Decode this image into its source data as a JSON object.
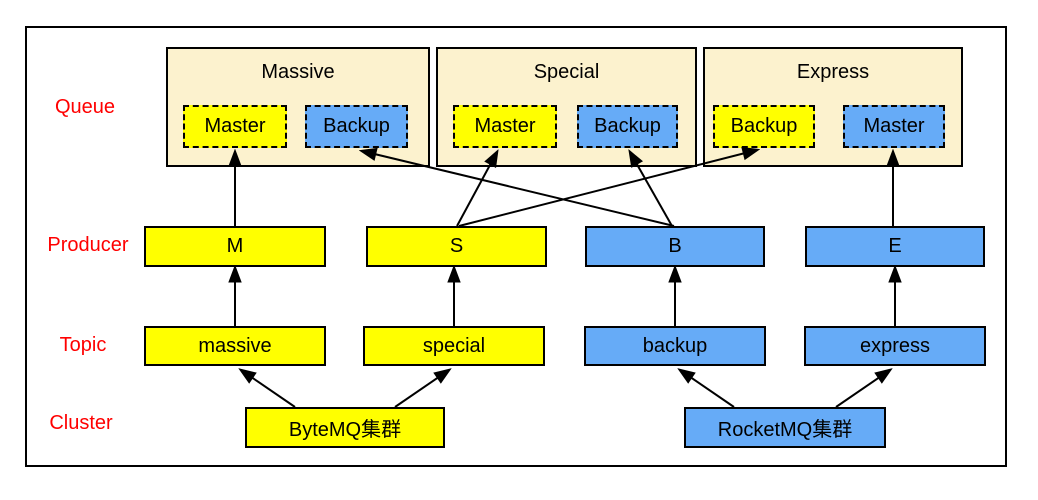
{
  "diagram": {
    "row_labels": [
      {
        "id": "queue",
        "label": "Queue"
      },
      {
        "id": "producer",
        "label": "Producer"
      },
      {
        "id": "topic",
        "label": "Topic"
      },
      {
        "id": "cluster",
        "label": "Cluster"
      }
    ],
    "queues": [
      {
        "title": "Massive",
        "nodes": [
          {
            "label": "Master",
            "color": "yellow"
          },
          {
            "label": "Backup",
            "color": "blue"
          }
        ]
      },
      {
        "title": "Special",
        "nodes": [
          {
            "label": "Master",
            "color": "yellow"
          },
          {
            "label": "Backup",
            "color": "blue"
          }
        ]
      },
      {
        "title": "Express",
        "nodes": [
          {
            "label": "Backup",
            "color": "yellow"
          },
          {
            "label": "Master",
            "color": "blue"
          }
        ]
      }
    ],
    "producers": [
      {
        "label": "M",
        "color": "yellow"
      },
      {
        "label": "S",
        "color": "yellow"
      },
      {
        "label": "B",
        "color": "blue"
      },
      {
        "label": "E",
        "color": "blue"
      }
    ],
    "topics": [
      {
        "label": "massive",
        "color": "yellow"
      },
      {
        "label": "special",
        "color": "yellow"
      },
      {
        "label": "backup",
        "color": "blue"
      },
      {
        "label": "express",
        "color": "blue"
      }
    ],
    "clusters": [
      {
        "label": "ByteMQ集群",
        "color": "yellow"
      },
      {
        "label": "RocketMQ集群",
        "color": "blue"
      }
    ],
    "edges": [
      {
        "from": "cluster ByteMQ集群",
        "to": "topic massive"
      },
      {
        "from": "cluster ByteMQ集群",
        "to": "topic special"
      },
      {
        "from": "cluster RocketMQ集群",
        "to": "topic backup"
      },
      {
        "from": "cluster RocketMQ集群",
        "to": "topic express"
      },
      {
        "from": "topic massive",
        "to": "producer M"
      },
      {
        "from": "topic special",
        "to": "producer S"
      },
      {
        "from": "topic backup",
        "to": "producer B"
      },
      {
        "from": "topic express",
        "to": "producer E"
      },
      {
        "from": "producer M",
        "to": "Massive Master"
      },
      {
        "from": "producer S",
        "to": "Special Master"
      },
      {
        "from": "producer S",
        "to": "Express Backup"
      },
      {
        "from": "producer B",
        "to": "Massive Backup"
      },
      {
        "from": "producer B",
        "to": "Special Backup"
      },
      {
        "from": "producer E",
        "to": "Express Master"
      }
    ],
    "colors": {
      "yellow": "#FFFF00",
      "blue": "#66ABF7",
      "queue_bg": "#FCF2CE",
      "label_red": "#FF0000",
      "line": "#000000"
    }
  }
}
